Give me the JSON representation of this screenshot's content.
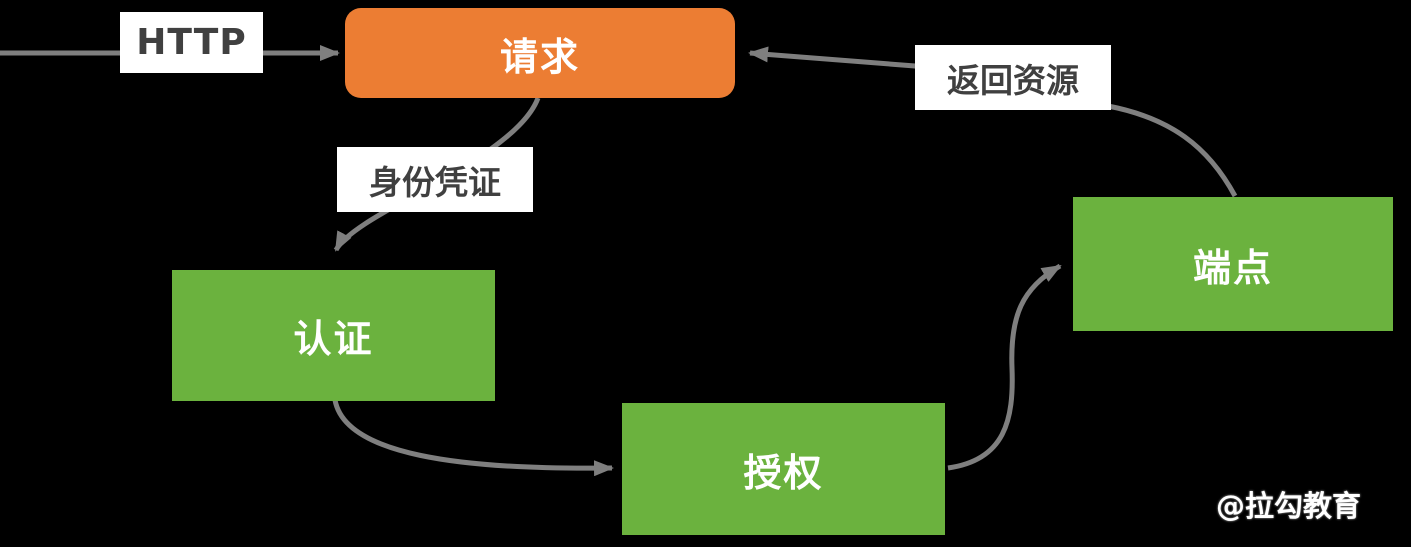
{
  "diagram": {
    "title_context": "HTTP request authentication-authorization flow",
    "background_color": "#000000",
    "colors": {
      "request_node": "#EC7D33",
      "process_node": "#6BB23E",
      "arrow": "#7F7F7F",
      "edge_label_bg": "#FFFFFF",
      "edge_label_text": "#404040",
      "node_text": "#FFFFFF"
    },
    "nodes": {
      "request": {
        "label": "请求"
      },
      "auth": {
        "label": "认证"
      },
      "authorize": {
        "label": "授权"
      },
      "endpoint": {
        "label": "端点"
      }
    },
    "edge_labels": {
      "http": "HTTP",
      "credentials": "身份凭证",
      "return_resource": "返回资源"
    },
    "edges": [
      {
        "from": "client-left",
        "to": "request",
        "label": "HTTP"
      },
      {
        "from": "request",
        "to": "auth",
        "label": "身份凭证"
      },
      {
        "from": "auth",
        "to": "authorize",
        "label": ""
      },
      {
        "from": "authorize",
        "to": "endpoint",
        "label": ""
      },
      {
        "from": "endpoint",
        "to": "request",
        "label": "返回资源"
      }
    ],
    "watermark": "@拉勾教育"
  }
}
